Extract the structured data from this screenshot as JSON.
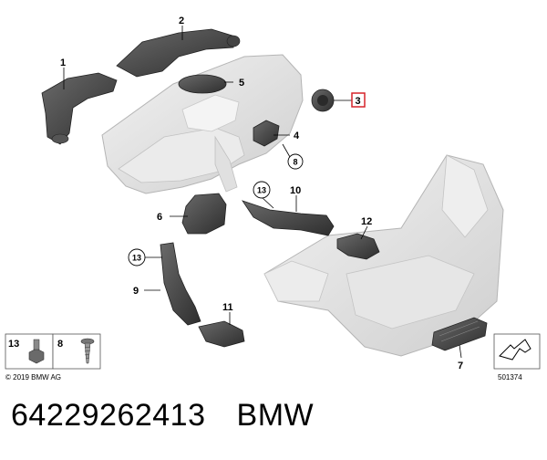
{
  "diagram": {
    "callouts": {
      "c1": "1",
      "c2": "2",
      "c3": "3",
      "c4": "4",
      "c5": "5",
      "c6": "6",
      "c7": "7",
      "c8": "8",
      "c9": "9",
      "c10": "10",
      "c11": "11",
      "c12": "12",
      "c13a": "13",
      "c13b": "13"
    },
    "legend": {
      "item13": "13",
      "item8": "8"
    },
    "copyright": "© 2019 BMW AG",
    "diagram_number": "501374"
  },
  "caption": {
    "part_number": "64229262413",
    "brand": "BMW"
  },
  "colors": {
    "part_dark": "#4a4a4a",
    "part_light": "#e2e2e2",
    "outline": "#9a9a9a",
    "highlight_box": "#d6242a"
  }
}
